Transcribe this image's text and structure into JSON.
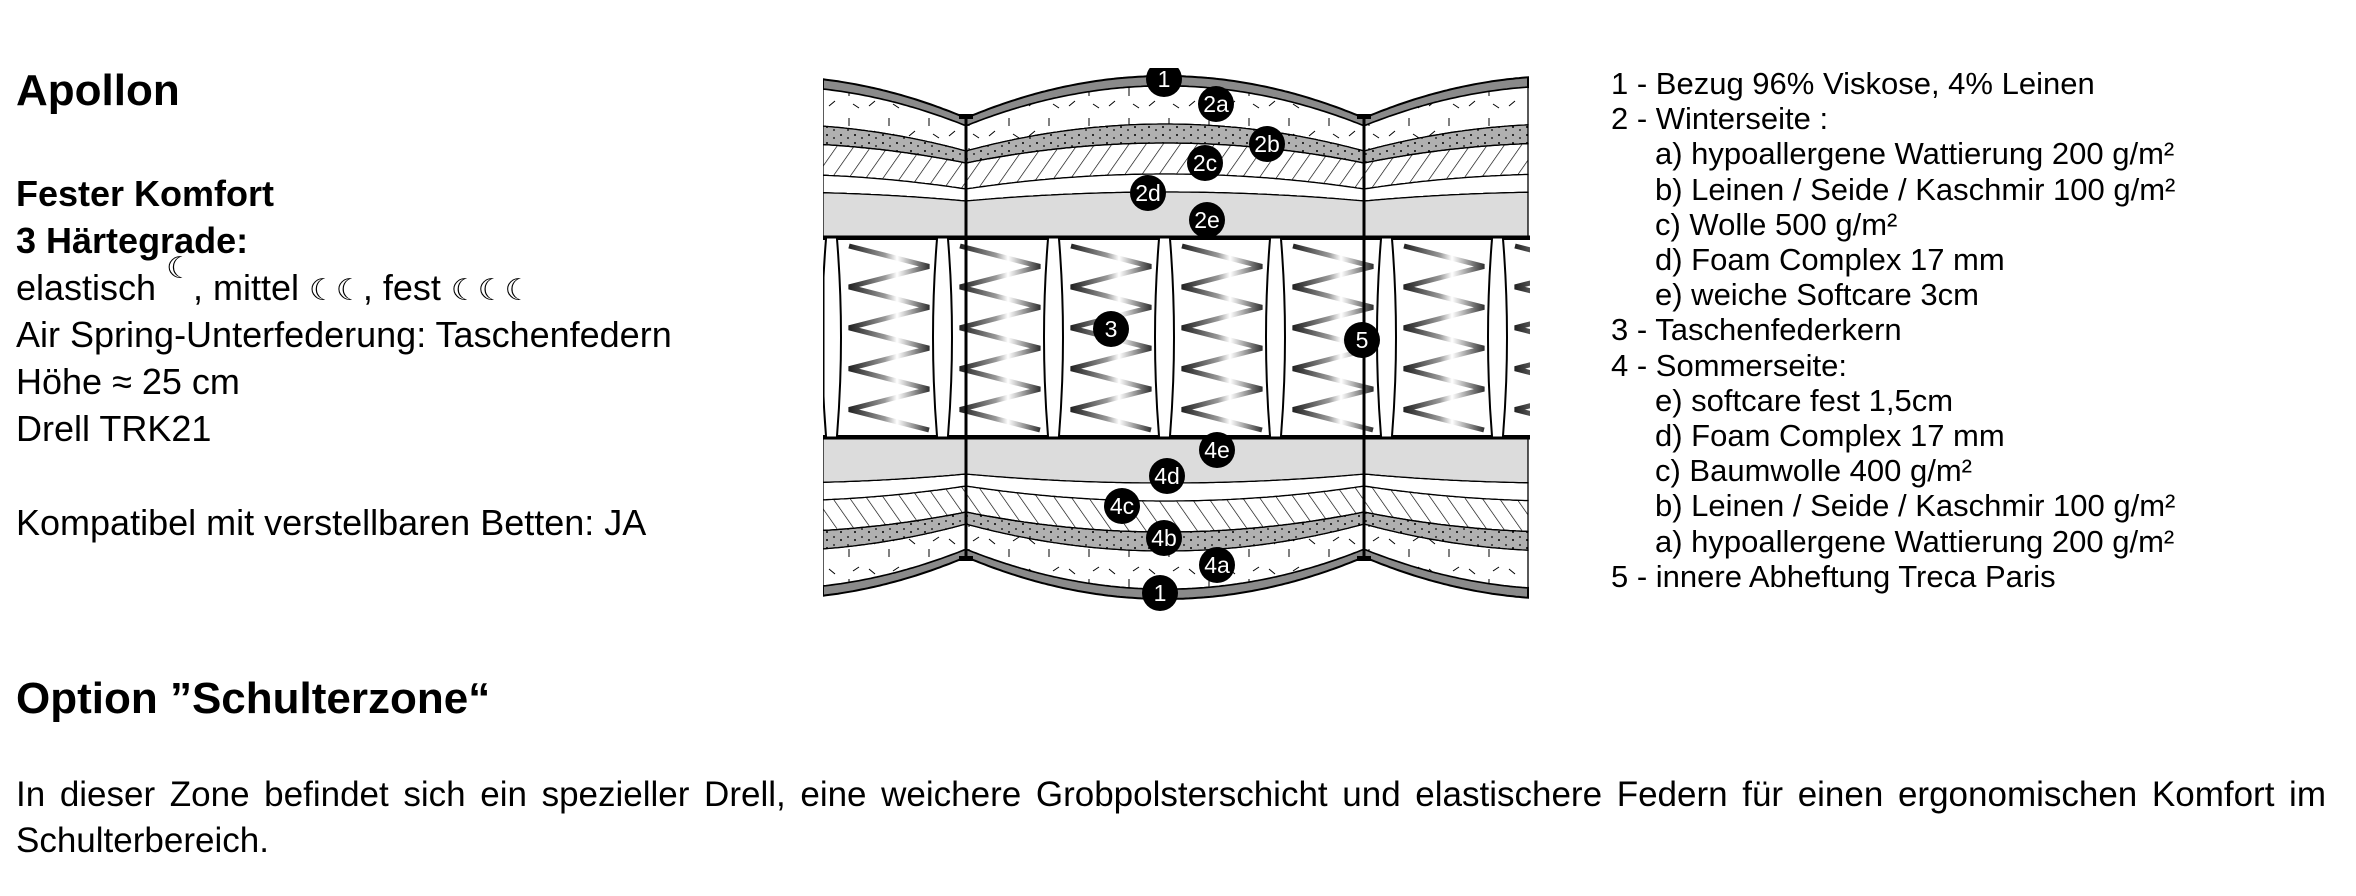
{
  "title": "Apollon",
  "specs": {
    "comfort": "Fester Komfort",
    "hardness_heading": "3 Härtegrade:",
    "hardness": [
      {
        "label": "elastisch",
        "moons": 1
      },
      {
        "label": "mittel",
        "moons": 2
      },
      {
        "label": "fest",
        "moons": 3
      }
    ],
    "hardness_icon": "moon-face-icon",
    "moon_glyph": "☾",
    "sep1": ", ",
    "sep2": ", ",
    "springs": "Air Spring-Unterfederung: Taschenfedern",
    "height": "Höhe ≈ 25 cm",
    "fabric": "Drell TRK21",
    "compatible": "Kompatibel mit verstellbaren Betten: JA"
  },
  "diagram": {
    "markers": [
      "1",
      "2a",
      "2b",
      "2c",
      "2d",
      "2e",
      "3",
      "5",
      "4e",
      "4d",
      "4c",
      "4b",
      "4a",
      "1"
    ]
  },
  "legend": [
    {
      "text": "1 - Bezug 96% Viskose, 4% Leinen",
      "sub": false
    },
    {
      "text": "2 - Winterseite :",
      "sub": false
    },
    {
      "text": "a) hypoallergene Wattierung 200 g/m²",
      "sub": true
    },
    {
      "text": "b) Leinen / Seide / Kaschmir 100 g/m²",
      "sub": true
    },
    {
      "text": "c) Wolle 500 g/m²",
      "sub": true
    },
    {
      "text": "d) Foam Complex 17 mm",
      "sub": true
    },
    {
      "text": "e) weiche Softcare 3cm",
      "sub": true
    },
    {
      "text": "3 - Taschenfederkern",
      "sub": false
    },
    {
      "text": "4 - Sommerseite:",
      "sub": false
    },
    {
      "text": "e) softcare fest 1,5cm",
      "sub": true
    },
    {
      "text": "d) Foam Complex 17 mm",
      "sub": true
    },
    {
      "text": "c) Baumwolle 400 g/m²",
      "sub": true
    },
    {
      "text": "b) Leinen / Seide / Kaschmir 100 g/m²",
      "sub": true
    },
    {
      "text": "a) hypoallergene Wattierung 200 g/m²",
      "sub": true
    },
    {
      "text": "5 - innere Abheftung Treca Paris",
      "sub": false
    }
  ],
  "option": {
    "title": "Option ”Schulterzone“",
    "text": "In dieser Zone befindet sich ein spezieller Drell, eine weichere Grobpolsterschicht und elastischere Federn für einen ergonomischen Komfort im Schulterbereich."
  },
  "colors": {
    "cover": "#8a8a8a",
    "band": "#b0b0b0",
    "softcare": "#dcdcdc"
  }
}
